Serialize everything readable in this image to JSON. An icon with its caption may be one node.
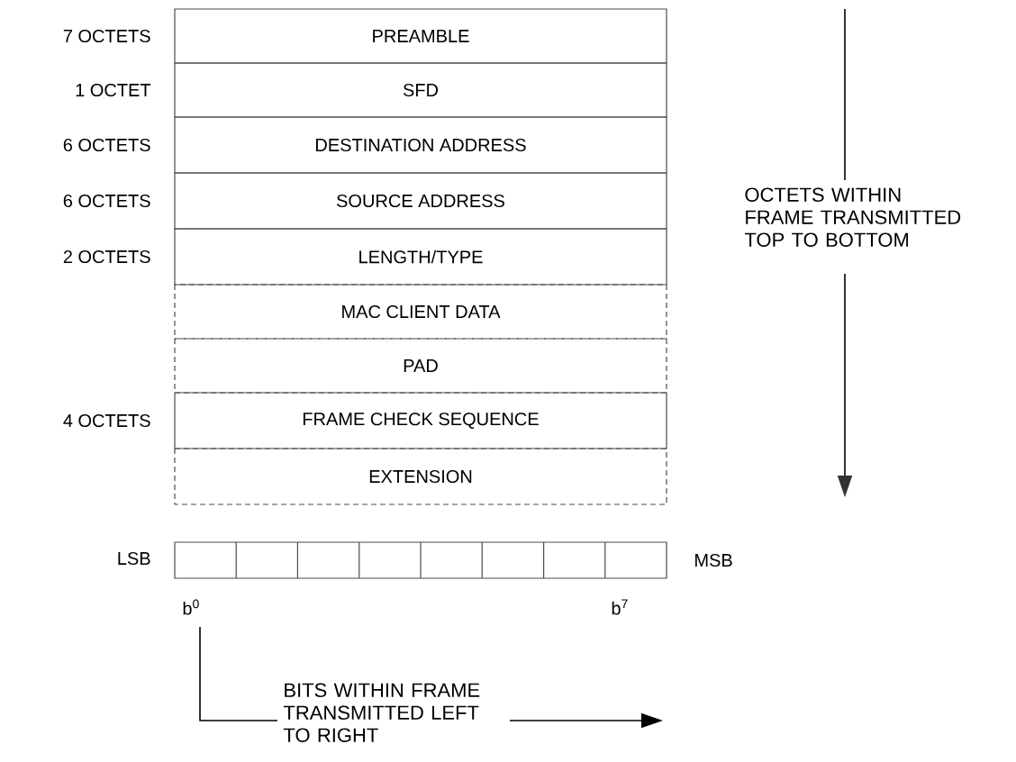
{
  "diagram": {
    "nodes": [
      {
        "text": [
          "PREAMBLE"
        ],
        "beside": [
          "7 OCTETS"
        ]
      },
      {
        "text": [
          "SFD"
        ],
        "beside": [
          "1 OCTET"
        ]
      },
      {
        "text": [
          "DESTINATION ADDRESS"
        ],
        "beside": [
          "6 OCTETS"
        ]
      },
      {
        "text": [
          "SOURCE ADDRESS"
        ],
        "beside": [
          "6 OCTETS"
        ]
      },
      {
        "text": [
          "LENGTH/TYPE"
        ],
        "beside": [
          "2 OCTETS"
        ]
      },
      {
        "text": [
          "MAC CLIENT DATA"
        ]
      },
      {
        "text": [
          "PAD"
        ]
      },
      {
        "text": [
          "FRAME CHECK SEQUENCE"
        ],
        "beside": [
          "4 OCTETS"
        ]
      },
      {
        "text": [
          "EXTENSION"
        ]
      }
    ],
    "labels": [
      "OCTETS WITHIN FRAME TRANSMITTED TOP TO BOTTOM",
      "LSB",
      "MSB",
      "b$^{0}$",
      "b$^{7}$",
      "BITS WITHIN FRAME TRANSMITTED LEFT TO RIGHT"
    ]
  }
}
